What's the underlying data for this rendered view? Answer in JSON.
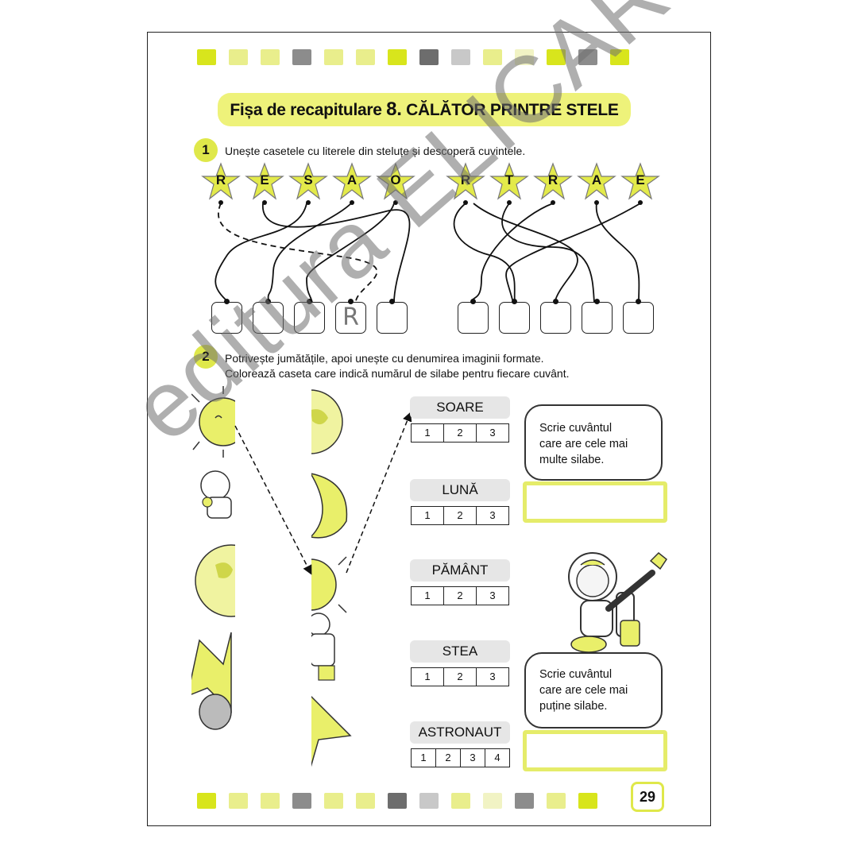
{
  "header_strip": {
    "colors": [
      "#d8e51c",
      "#e9ee8c",
      "#e9ee8c",
      "#8c8c8c",
      "#e9ee8c",
      "#e9ee8c",
      "#d8e51c",
      "#6d6d6d",
      "#c8c8c8",
      "#e9ee8c",
      "#f1f3c4",
      "#d8e51c",
      "#8c8c8c",
      "#d8e51c"
    ]
  },
  "footer_strip": {
    "colors": [
      "#d8e51c",
      "#e9ee8c",
      "#e9ee8c",
      "#8c8c8c",
      "#e9ee8c",
      "#e9ee8c",
      "#6d6d6d",
      "#c8c8c8",
      "#e9ee8c",
      "#f1f3c4",
      "#8c8c8c",
      "#e9ee8c",
      "#d8e51c"
    ]
  },
  "title": {
    "prefix": "Fișa de recapitulare ",
    "number": "8.",
    "main": " CĂLĂTOR PRINTRE STELE"
  },
  "exercise1": {
    "number": "1",
    "instruction": "Unește casetele cu literele din steluțe și descoperă cuvintele.",
    "group1_letters": [
      "R",
      "E",
      "S",
      "A",
      "O"
    ],
    "group2_letters": [
      "R",
      "T",
      "R",
      "A",
      "E"
    ],
    "group1_boxes": [
      "",
      "",
      "",
      "R",
      ""
    ],
    "group2_boxes": [
      "",
      "",
      "",
      "",
      ""
    ]
  },
  "exercise2": {
    "number": "2",
    "instruction_line1": "Potrivește jumătățile, apoi unește cu denumirea imaginii formate.",
    "instruction_line2": "Colorează caseta care indică numărul de silabe pentru fiecare cuvânt.",
    "words": [
      {
        "label": "SOARE",
        "syllables": [
          "1",
          "2",
          "3"
        ]
      },
      {
        "label": "LUNĂ",
        "syllables": [
          "1",
          "2",
          "3"
        ]
      },
      {
        "label": "PĂMÂNT",
        "syllables": [
          "1",
          "2",
          "3"
        ]
      },
      {
        "label": "STEA",
        "syllables": [
          "1",
          "2",
          "3"
        ]
      },
      {
        "label": "ASTRONAUT",
        "syllables": [
          "1",
          "2",
          "3",
          "4"
        ]
      }
    ],
    "cloud_most": [
      "Scrie cuvântul",
      "care are cele mai",
      "multe silabe."
    ],
    "cloud_fewest": [
      "Scrie cuvântul",
      "care are cele mai",
      "puține silabe."
    ]
  },
  "page_number": "29",
  "watermark": "editura ELICART",
  "colors": {
    "accent_yellow": "#dfe84a",
    "light_yellow": "#eef27a",
    "gray_band": "#e6e6e6"
  }
}
